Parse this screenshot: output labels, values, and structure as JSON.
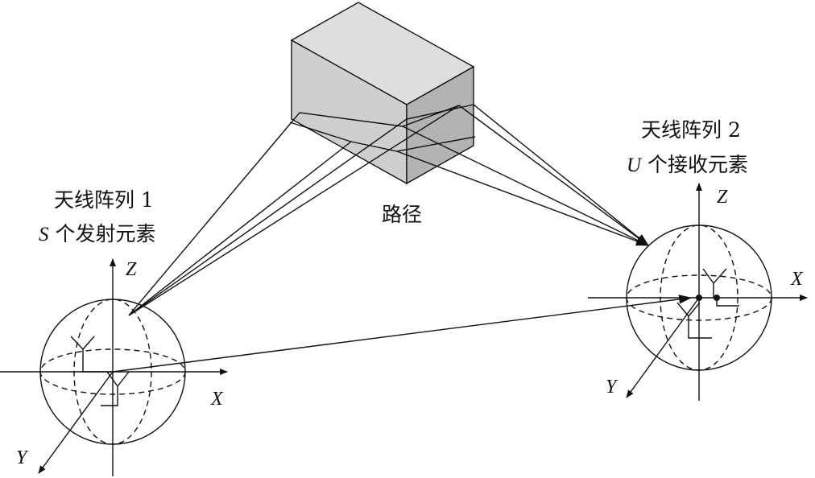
{
  "array1": {
    "title": "天线阵列 1",
    "subtitle_var": "S",
    "subtitle_rest": " 个发射元素",
    "axis_x": "X",
    "axis_y": "Y",
    "axis_z": "Z"
  },
  "array2": {
    "title": "天线阵列 2",
    "subtitle_var": "U",
    "subtitle_rest": " 个接收元素",
    "axis_x": "X",
    "axis_y": "Y",
    "axis_z": "Z"
  },
  "scatterer": {
    "label": "路径"
  },
  "colors": {
    "ink": "#111111",
    "box_top": "#dedede",
    "box_front": "#cfcfcf",
    "box_side": "#b3b3b3"
  }
}
